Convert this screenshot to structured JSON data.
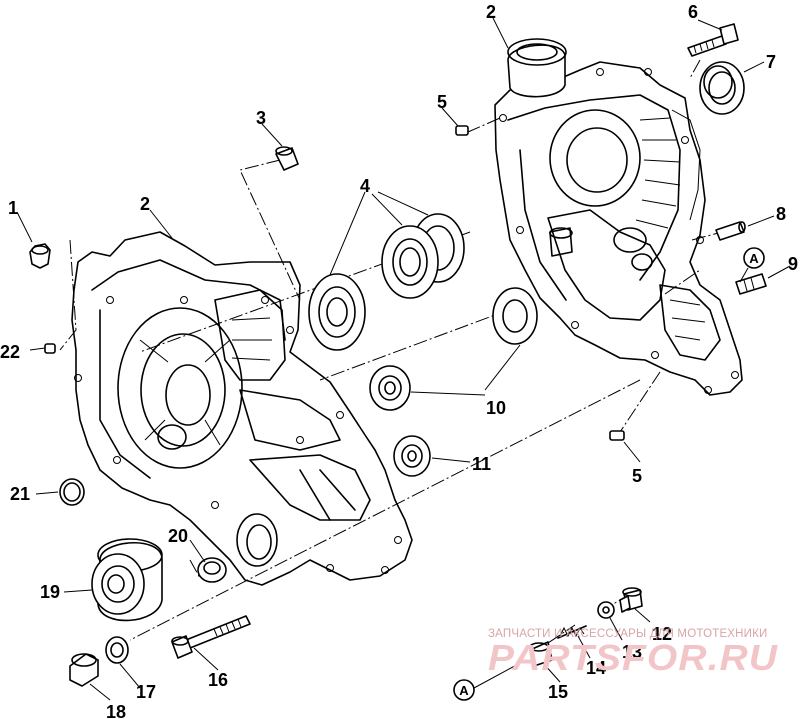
{
  "diagram": {
    "callouts": [
      "1",
      "2",
      "2",
      "3",
      "4",
      "5",
      "5",
      "6",
      "7",
      "8",
      "9",
      "10",
      "11",
      "12",
      "13",
      "14",
      "15",
      "16",
      "17",
      "18",
      "19",
      "20",
      "21",
      "22"
    ],
    "reference_marks": [
      "A",
      "A"
    ]
  },
  "watermark": {
    "caption": "ЗАПЧАСТИ И АКСЕССУАРЫ ДЛЯ МОТОТЕХНИКИ",
    "logo_text": "PARTSFOR.RU"
  }
}
